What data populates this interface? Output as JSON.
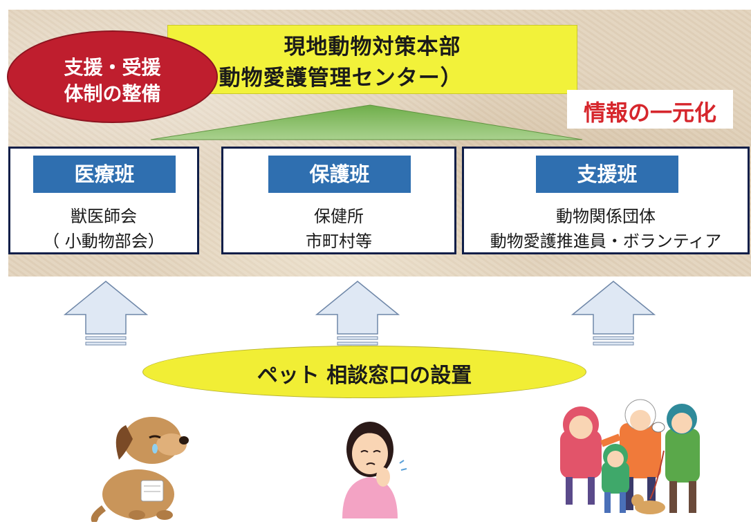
{
  "headquarters": {
    "line1": "現地動物対策本部",
    "line2": "（ 動物愛護管理センター）"
  },
  "support_oval": {
    "line1": "支援・受援",
    "line2": "体制の整備"
  },
  "info_label": "情報の一元化",
  "teams": [
    {
      "title": "医療班",
      "line1": "獣医師会",
      "line2": "（ 小動物部会）"
    },
    {
      "title": "保護班",
      "line1": "保健所",
      "line2": "市町村等"
    },
    {
      "title": "支援班",
      "line1": "動物関係団体",
      "line2": "動物愛護推進員・ボランティア"
    }
  ],
  "consultation": "ペット 相談窓口の設置",
  "colors": {
    "hq_yellow": "#f2f23a",
    "oval_red": "#bf1e2e",
    "team_header_blue": "#2f6fb0",
    "team_border": "#0f1e48",
    "info_red": "#d6262c",
    "arrow_fill": "#dfe8f4"
  },
  "illustrations": [
    "crying-dog-icon",
    "worried-woman-icon",
    "evacuating-family-icon"
  ]
}
